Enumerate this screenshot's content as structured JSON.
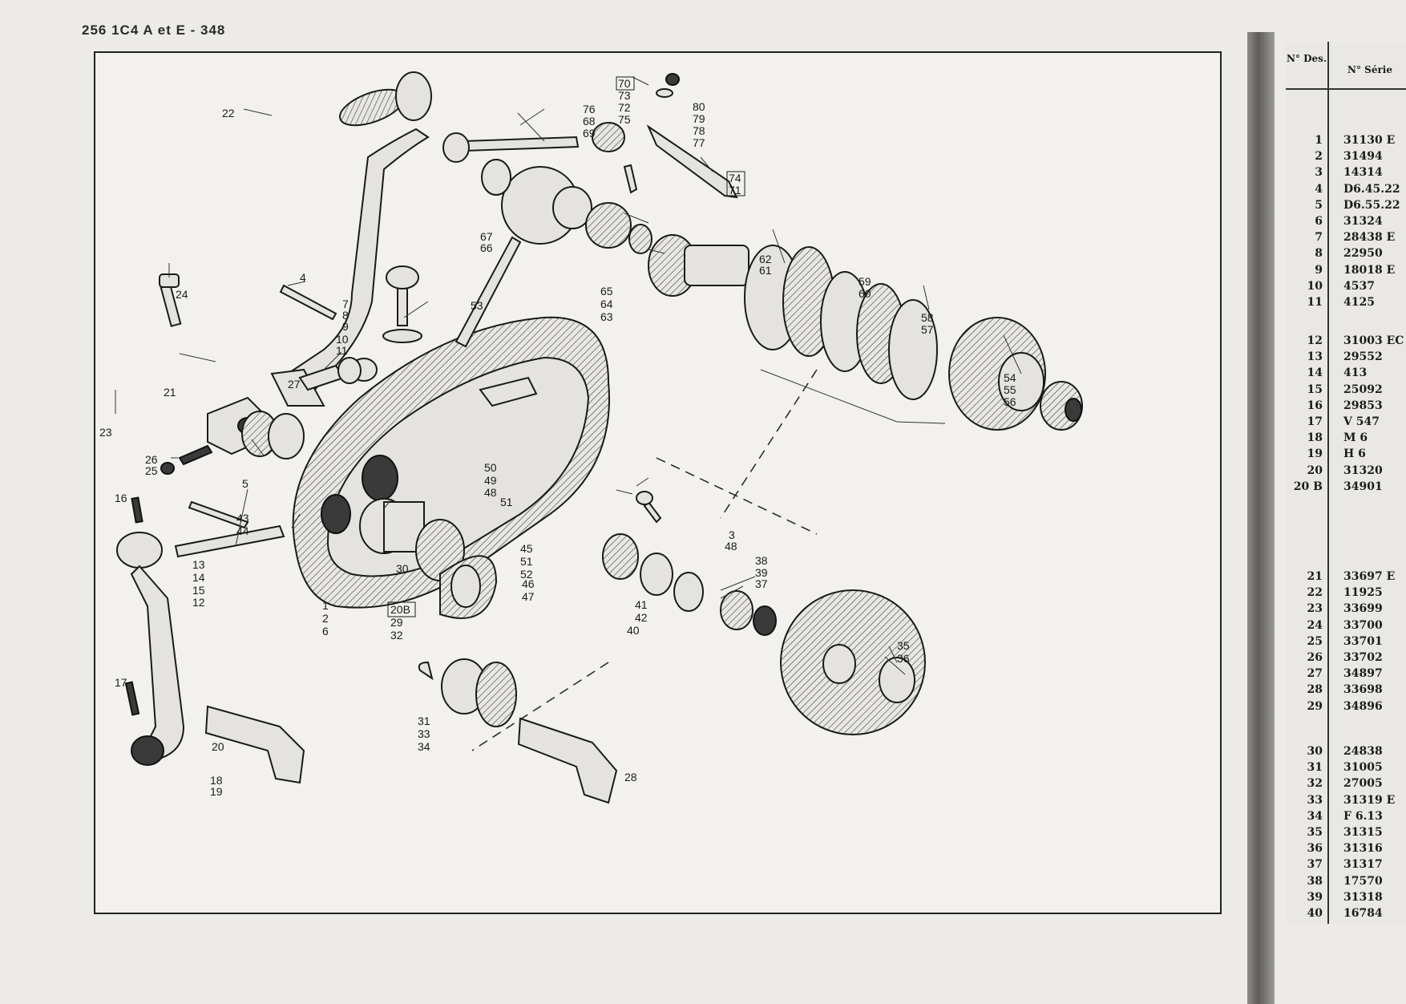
{
  "header": {
    "text": "256  1C4 A et E - 348"
  },
  "callouts": {
    "c1": "1",
    "c2": "2",
    "c3": "3",
    "c4": "4",
    "c5": "5",
    "c6": "6",
    "c7": "7",
    "c8": "8",
    "c9": "9",
    "c10": "10",
    "c11": "11",
    "c12": "12",
    "c13": "13",
    "c14": "14",
    "c15": "15",
    "c16": "16",
    "c17": "17",
    "c18": "18",
    "c19": "19",
    "c20": "20",
    "c20b": "20B",
    "c21": "21",
    "c22": "22",
    "c23": "23",
    "c24": "24",
    "c25": "25",
    "c26": "26",
    "c27": "27",
    "c28": "28",
    "c29": "29",
    "c30": "30",
    "c31": "31",
    "c32": "32",
    "c33": "33",
    "c34": "34",
    "c35": "35",
    "c36": "36",
    "c37": "37",
    "c38": "38",
    "c39": "39",
    "c40": "40",
    "c41": "41",
    "c42": "42",
    "c43": "43",
    "c44": "44",
    "c45": "45",
    "c46": "46",
    "c47": "47",
    "c48": "48",
    "c48b": "48",
    "c49": "49",
    "c50": "50",
    "c51": "51",
    "c51b": "51",
    "c52": "52",
    "c53": "53",
    "c54": "54",
    "c55": "55",
    "c56": "56",
    "c57": "57",
    "c58": "58",
    "c59": "59",
    "c60": "60",
    "c61": "61",
    "c62": "62",
    "c63": "63",
    "c64": "64",
    "c65": "65",
    "c66": "66",
    "c67": "67",
    "c68": "68",
    "c69": "69",
    "c70": "70",
    "c71": "71",
    "c72": "72",
    "c73": "73",
    "c74": "74",
    "c75": "75",
    "c76": "76",
    "c77": "77",
    "c78": "78",
    "c79": "79",
    "c80": "80"
  },
  "table": {
    "col_designation": "N° Des.",
    "col_serie": "N° Série",
    "rows": [
      {
        "n": "1",
        "s": "31130 E"
      },
      {
        "n": "2",
        "s": "31494"
      },
      {
        "n": "3",
        "s": "14314"
      },
      {
        "n": "4",
        "s": "D6.45.22"
      },
      {
        "n": "5",
        "s": "D6.55.22"
      },
      {
        "n": "6",
        "s": "31324"
      },
      {
        "n": "7",
        "s": "28438 E"
      },
      {
        "n": "8",
        "s": "22950"
      },
      {
        "n": "9",
        "s": "18018 E"
      },
      {
        "n": "10",
        "s": "4537"
      },
      {
        "n": "11",
        "s": "4125"
      },
      {
        "n": "12",
        "s": "31003 EC"
      },
      {
        "n": "13",
        "s": "29552"
      },
      {
        "n": "14",
        "s": "413"
      },
      {
        "n": "15",
        "s": "25092"
      },
      {
        "n": "16",
        "s": "29853"
      },
      {
        "n": "17",
        "s": "V 547"
      },
      {
        "n": "18",
        "s": "M 6"
      },
      {
        "n": "19",
        "s": "H 6"
      },
      {
        "n": "20",
        "s": "31320"
      },
      {
        "n": "20 B",
        "s": "34901"
      },
      {
        "n": "21",
        "s": "33697 E"
      },
      {
        "n": "22",
        "s": "11925"
      },
      {
        "n": "23",
        "s": "33699"
      },
      {
        "n": "24",
        "s": "33700"
      },
      {
        "n": "25",
        "s": "33701"
      },
      {
        "n": "26",
        "s": "33702"
      },
      {
        "n": "27",
        "s": "34897"
      },
      {
        "n": "28",
        "s": "33698"
      },
      {
        "n": "29",
        "s": "34896"
      },
      {
        "n": "30",
        "s": "24838"
      },
      {
        "n": "31",
        "s": "31005"
      },
      {
        "n": "32",
        "s": "27005"
      },
      {
        "n": "33",
        "s": "31319 E"
      },
      {
        "n": "34",
        "s": "F 6.13"
      },
      {
        "n": "35",
        "s": "31315"
      },
      {
        "n": "36",
        "s": "31316"
      },
      {
        "n": "37",
        "s": "31317"
      },
      {
        "n": "38",
        "s": "17570"
      },
      {
        "n": "39",
        "s": "31318"
      },
      {
        "n": "40",
        "s": "16784"
      }
    ]
  }
}
